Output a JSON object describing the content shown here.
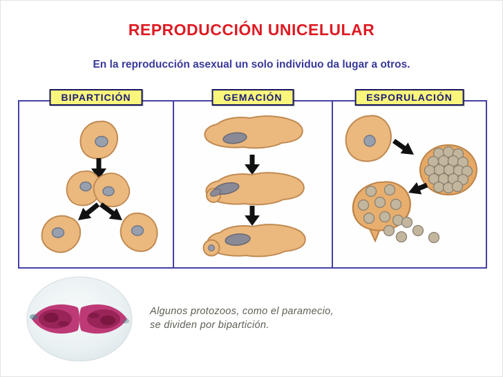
{
  "slide": {
    "title": "REPRODUCCIÓN UNICELULAR",
    "subtitle": "En la reproducción asexual un solo individuo da lugar a otros.",
    "panels": [
      {
        "label": "BIPARTICIÓN"
      },
      {
        "label": "GEMACIÓN"
      },
      {
        "label": "ESPORULACIÓN"
      }
    ],
    "caption": {
      "line1": "Algunos protozoos, como el paramecio,",
      "line2": "se dividen por bipartición."
    },
    "colors": {
      "title": "#de1b23",
      "subtitle": "#39399b",
      "panel_border": "#4340a6",
      "header_bg": "#f9f67b",
      "header_border": "#17175e",
      "header_text": "#1c1c78",
      "cell_body": "#ebb87e",
      "cell_outline": "#c08a52",
      "nucleus": "#98a0ae",
      "spore": "#c2b69e",
      "photo_stain": "#be3a77",
      "caption_text": "#5e5e54"
    }
  }
}
